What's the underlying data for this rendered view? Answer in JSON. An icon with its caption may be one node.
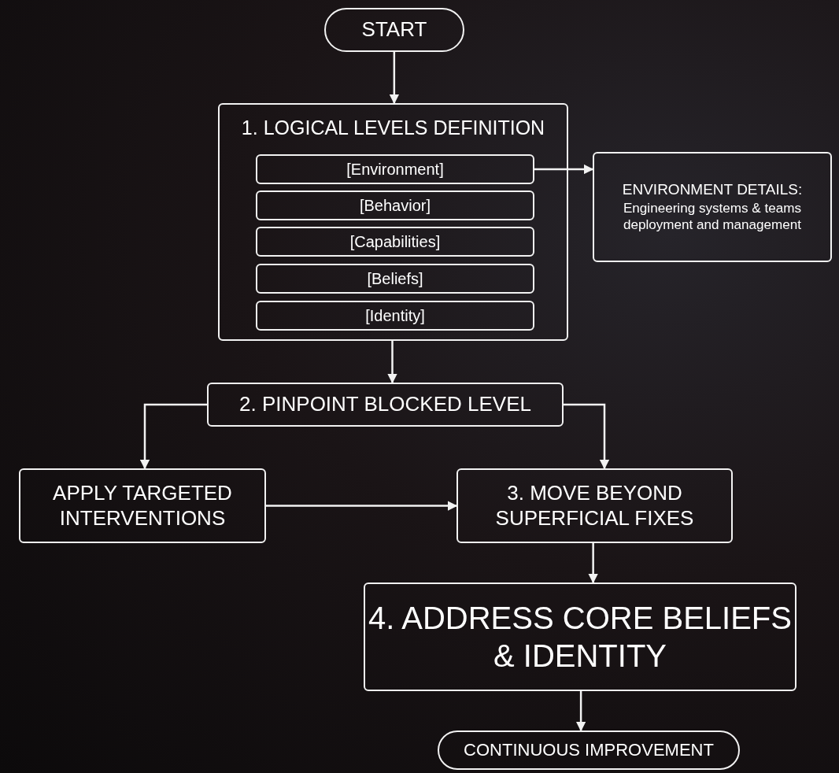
{
  "diagram": {
    "nodes": [
      {
        "text": [
          "START"
        ]
      },
      {
        "text": [
          "1. LOGICAL LEVELS DEFINITION"
        ]
      },
      {
        "text": [
          "[Environment]"
        ],
        "in": 1
      },
      {
        "text": [
          "[Behavior]"
        ],
        "in": 1
      },
      {
        "text": [
          "[Capabilities]"
        ],
        "in": 1
      },
      {
        "text": [
          "[Beliefs]"
        ],
        "in": 1
      },
      {
        "text": [
          "[Identity]"
        ],
        "in": 1
      },
      {
        "text": [
          "ENVIRONMENT DETAILS:",
          "Engineering systems & teams deployment and management"
        ]
      },
      {
        "text": [
          "2. PINPOINT BLOCKED LEVEL"
        ]
      },
      {
        "text": [
          "APPLY TARGETED INTERVENTIONS"
        ]
      },
      {
        "text": [
          "3. MOVE BEYOND SUPERFICIAL FIXES"
        ]
      },
      {
        "text": [
          "4. ADDRESS CORE BELIEFS & IDENTITY"
        ]
      },
      {
        "text": [
          "CONTINUOUS IMPROVEMENT"
        ]
      }
    ],
    "edges": [
      {
        "from": 0,
        "to": 1,
        "arrow": "to"
      },
      {
        "from": 2,
        "to": 7,
        "arrow": "to"
      },
      {
        "from": 1,
        "to": 8,
        "arrow": "to"
      },
      {
        "from": 8,
        "to": 9,
        "arrow": "to"
      },
      {
        "from": 8,
        "to": 10,
        "arrow": "to"
      },
      {
        "from": 9,
        "to": 10,
        "arrow": "to"
      },
      {
        "from": 10,
        "to": 11,
        "arrow": "to"
      },
      {
        "from": 11,
        "to": 12,
        "arrow": "to"
      }
    ]
  }
}
